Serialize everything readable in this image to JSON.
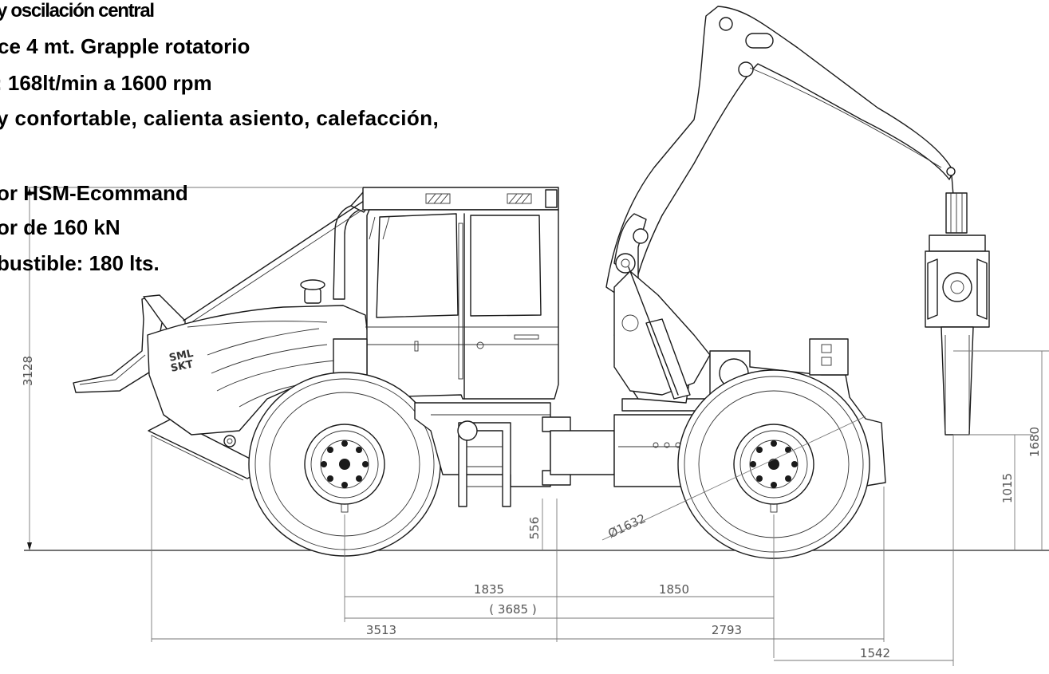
{
  "spec_lines": [
    "y oscilación central",
    "ce 4 mt. Grapple rotatorio",
    ": 168lt/min a 1600 rpm",
    "y  confortable,  calienta asiento, calefacción,",
    "or HSM-Ecommand",
    "or de 160 kN",
    "bustible: 180 lts."
  ],
  "dimensions": {
    "overall_height": "3128",
    "ground_clearance": "556",
    "wheel_diameter": "Ø1632",
    "front_to_center": "1835",
    "center_to_rear": "1850",
    "wheelbase": "( 3685 )",
    "front_section": "3513",
    "rear_section": "2793",
    "rear_overhang": "1542",
    "grapple_height_low": "1015",
    "grapple_height_high": "1680"
  },
  "cab_badge": "SML\nSKT"
}
